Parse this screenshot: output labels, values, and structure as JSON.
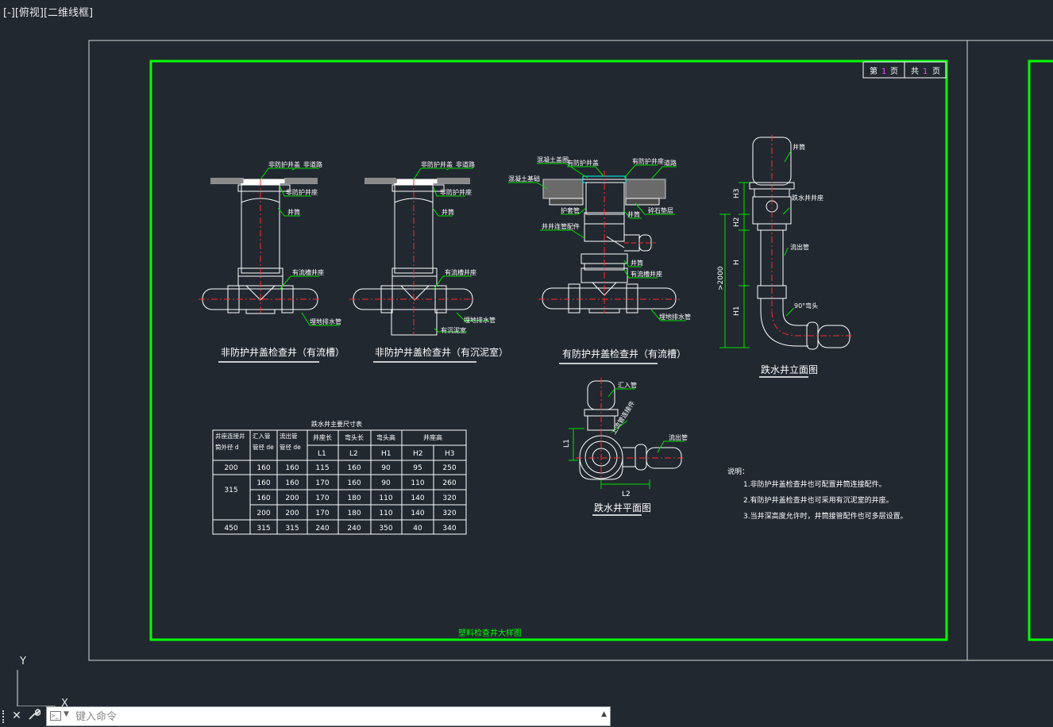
{
  "viewport": {
    "label": "[-][俯视][二维线框]"
  },
  "sheet": {
    "page_current_label": "第",
    "page_current": "1",
    "page_unit": "页",
    "page_total_label": "共",
    "page_total": "1",
    "title": "塑料检查井大样图"
  },
  "colors": {
    "frame": "#00ff00",
    "background": "#212830",
    "centerline": "#ff2a2a",
    "leader": "#00e000",
    "magenta": "#ff40ff"
  },
  "detail1": {
    "title": "非防护井盖检查井（有流槽）",
    "labels": [
      "非防护井盖",
      "非道路",
      "非防护井座",
      "井筒",
      "有流槽井座",
      "埋地排水管"
    ]
  },
  "detail2": {
    "title": "非防护井盖检查井（有沉泥室）",
    "labels": [
      "非防护井盖",
      "非道路",
      "非防护井座",
      "井筒",
      "有流槽井座",
      "埋地排水管",
      "有沉泥室"
    ]
  },
  "detail3": {
    "title": "有防护井盖检查井（有流槽）",
    "labels": [
      "混凝土盖圈",
      "有防护井盖",
      "有防护井座",
      "道路",
      "混凝土基础",
      "护套管",
      "井筒",
      "碎石垫层",
      "井井连管配件",
      "井筒",
      "有流槽井座",
      "埋地排水管"
    ]
  },
  "drop_elevation": {
    "title": "跌水井立面图",
    "labels": [
      "井筒",
      "跌水井井座",
      "流出管",
      "90°弯头"
    ],
    "dims": [
      "H3",
      "H2",
      "H",
      "H1",
      ">2000"
    ]
  },
  "drop_plan": {
    "title": "跌水井平面图",
    "labels": [
      "汇入管",
      "上流管连接件",
      "流出管"
    ],
    "dims": [
      "L1",
      "L2"
    ]
  },
  "table": {
    "title": "跌水井主要尺寸表",
    "headers_top": [
      "井座连接井\n筒外径 d",
      "汇入管\n管径 de",
      "流出管\n管径 de",
      "井座长",
      "弯头长",
      "弯头高",
      "井座高"
    ],
    "headers_sub": [
      "L1",
      "L2",
      "H1",
      "H2",
      "H3"
    ],
    "rows": [
      [
        "200",
        "160",
        "160",
        "115",
        "160",
        "90",
        "95",
        "250"
      ],
      [
        "315",
        "160",
        "160",
        "170",
        "160",
        "90",
        "110",
        "260"
      ],
      [
        "",
        "160",
        "200",
        "170",
        "180",
        "110",
        "140",
        "320"
      ],
      [
        "",
        "200",
        "200",
        "170",
        "180",
        "110",
        "140",
        "320"
      ],
      [
        "450",
        "315",
        "315",
        "240",
        "240",
        "350",
        "40",
        "340"
      ]
    ]
  },
  "notes": {
    "title": "说明：",
    "items": [
      "1.非防护井盖检查井也可配置井筒连接配件。",
      "2.有防护井盖检查井也可采用有沉泥室的井座。",
      "3.当井深高度允许时，井筒接管配件也可多层设置。"
    ]
  },
  "ucs": {
    "y": "Y",
    "x": "X"
  },
  "commandbar": {
    "placeholder": "键入命令",
    "close_icon": "close-icon",
    "settings_icon": "wrench-icon"
  }
}
